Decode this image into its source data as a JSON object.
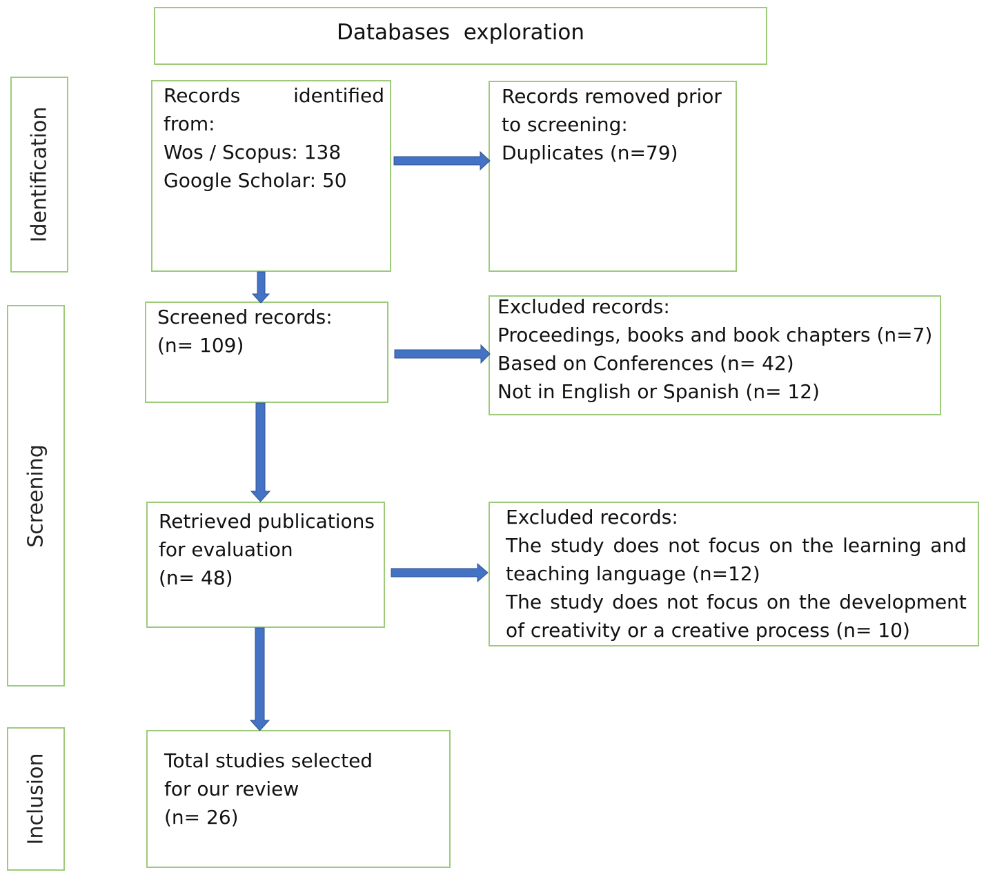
{
  "phases": {
    "identification": "Identification",
    "screening": "Screening",
    "inclusion": "Inclusion"
  },
  "boxes": {
    "databases": "Databases  exploration",
    "identified": {
      "line1_left": "Records",
      "line1_right": "identified",
      "line2": "from:",
      "line3": "Wos / Scopus: 138",
      "line4": "Google Scholar: 50"
    },
    "removed": {
      "line1": "Records removed prior",
      "line2": "to screening:",
      "line3": "Duplicates (n=79)"
    },
    "screened": {
      "line1": "Screened records:",
      "line2": "(n= 109)"
    },
    "excluded1": {
      "line1": "Excluded records:",
      "line2": "Proceedings, books and book chapters (n=7)",
      "line3": "Based on Conferences (n= 42)",
      "line4": "Not in English or Spanish (n= 12)"
    },
    "retrieved": {
      "line1": "Retrieved publications",
      "line2": "for evaluation",
      "line3": "(n= 48)"
    },
    "excluded2": {
      "line1": "Excluded records:",
      "line2_words": [
        "The",
        "study",
        "does",
        "not",
        "focus",
        "on",
        "the",
        "learning",
        "and"
      ],
      "line3": "teaching language (n=12)",
      "line4_words": [
        "The",
        "study",
        "does",
        "not",
        "focus",
        "on",
        "the",
        "development"
      ],
      "line5": "of creativity or a creative process (n= 10)"
    },
    "total": {
      "line1": "Total studies selected",
      "line2": "for our review",
      "line3": "(n= 26)"
    }
  },
  "colors": {
    "box_border": "#9ccb7a",
    "arrow": "#4472c4",
    "arrow_outline": "#2f528f"
  }
}
